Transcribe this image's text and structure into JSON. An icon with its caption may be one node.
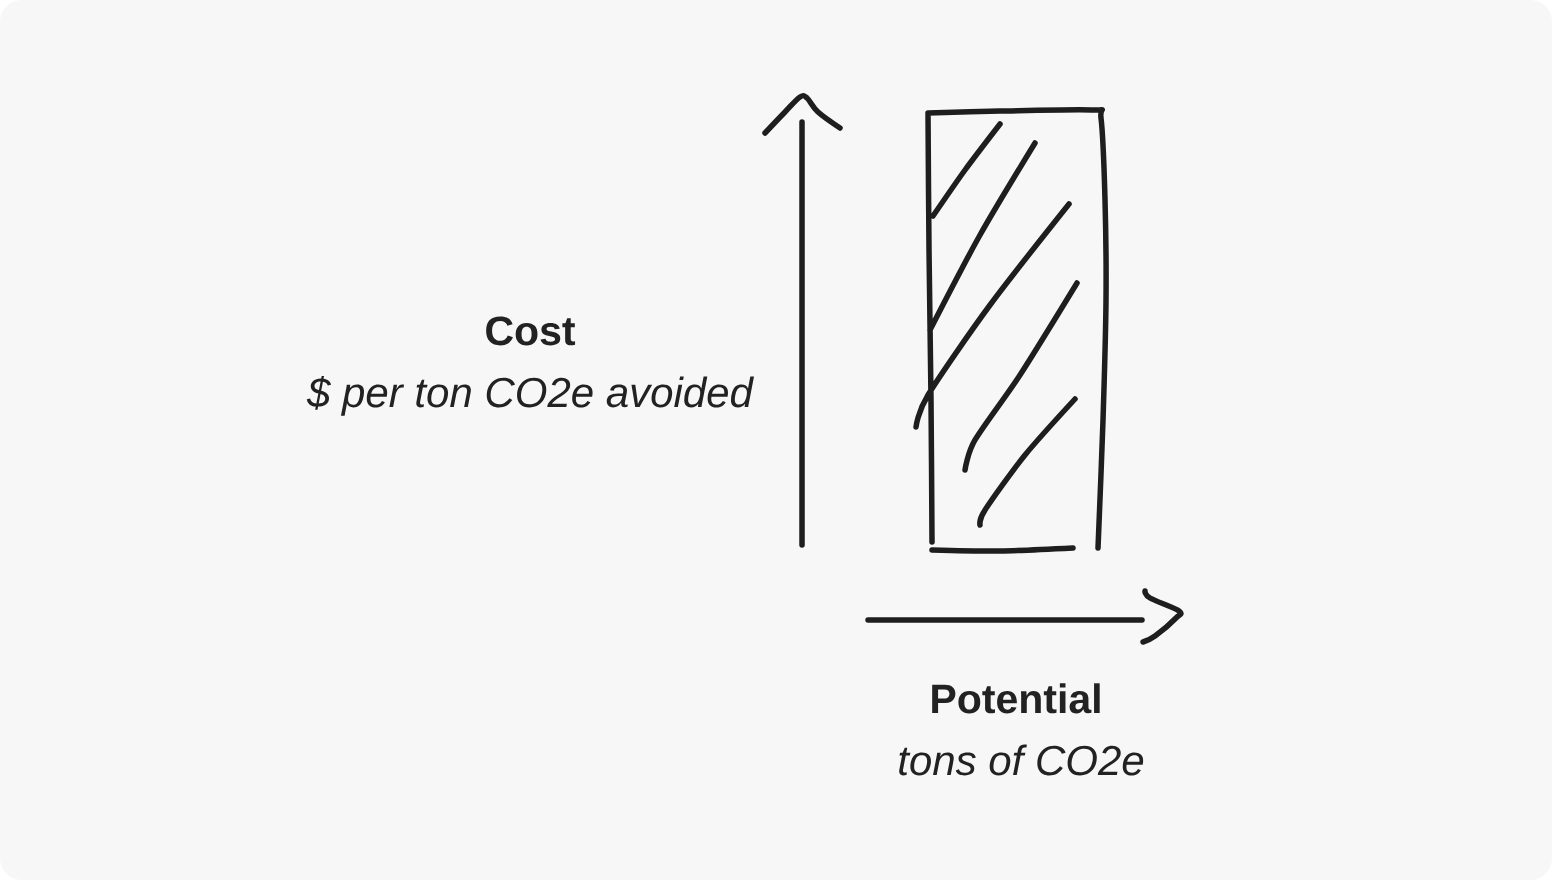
{
  "diagram": {
    "labels": [
      "Cost",
      "$ per ton CO2e avoided",
      "Potential",
      "tons of CO2e"
    ]
  }
}
